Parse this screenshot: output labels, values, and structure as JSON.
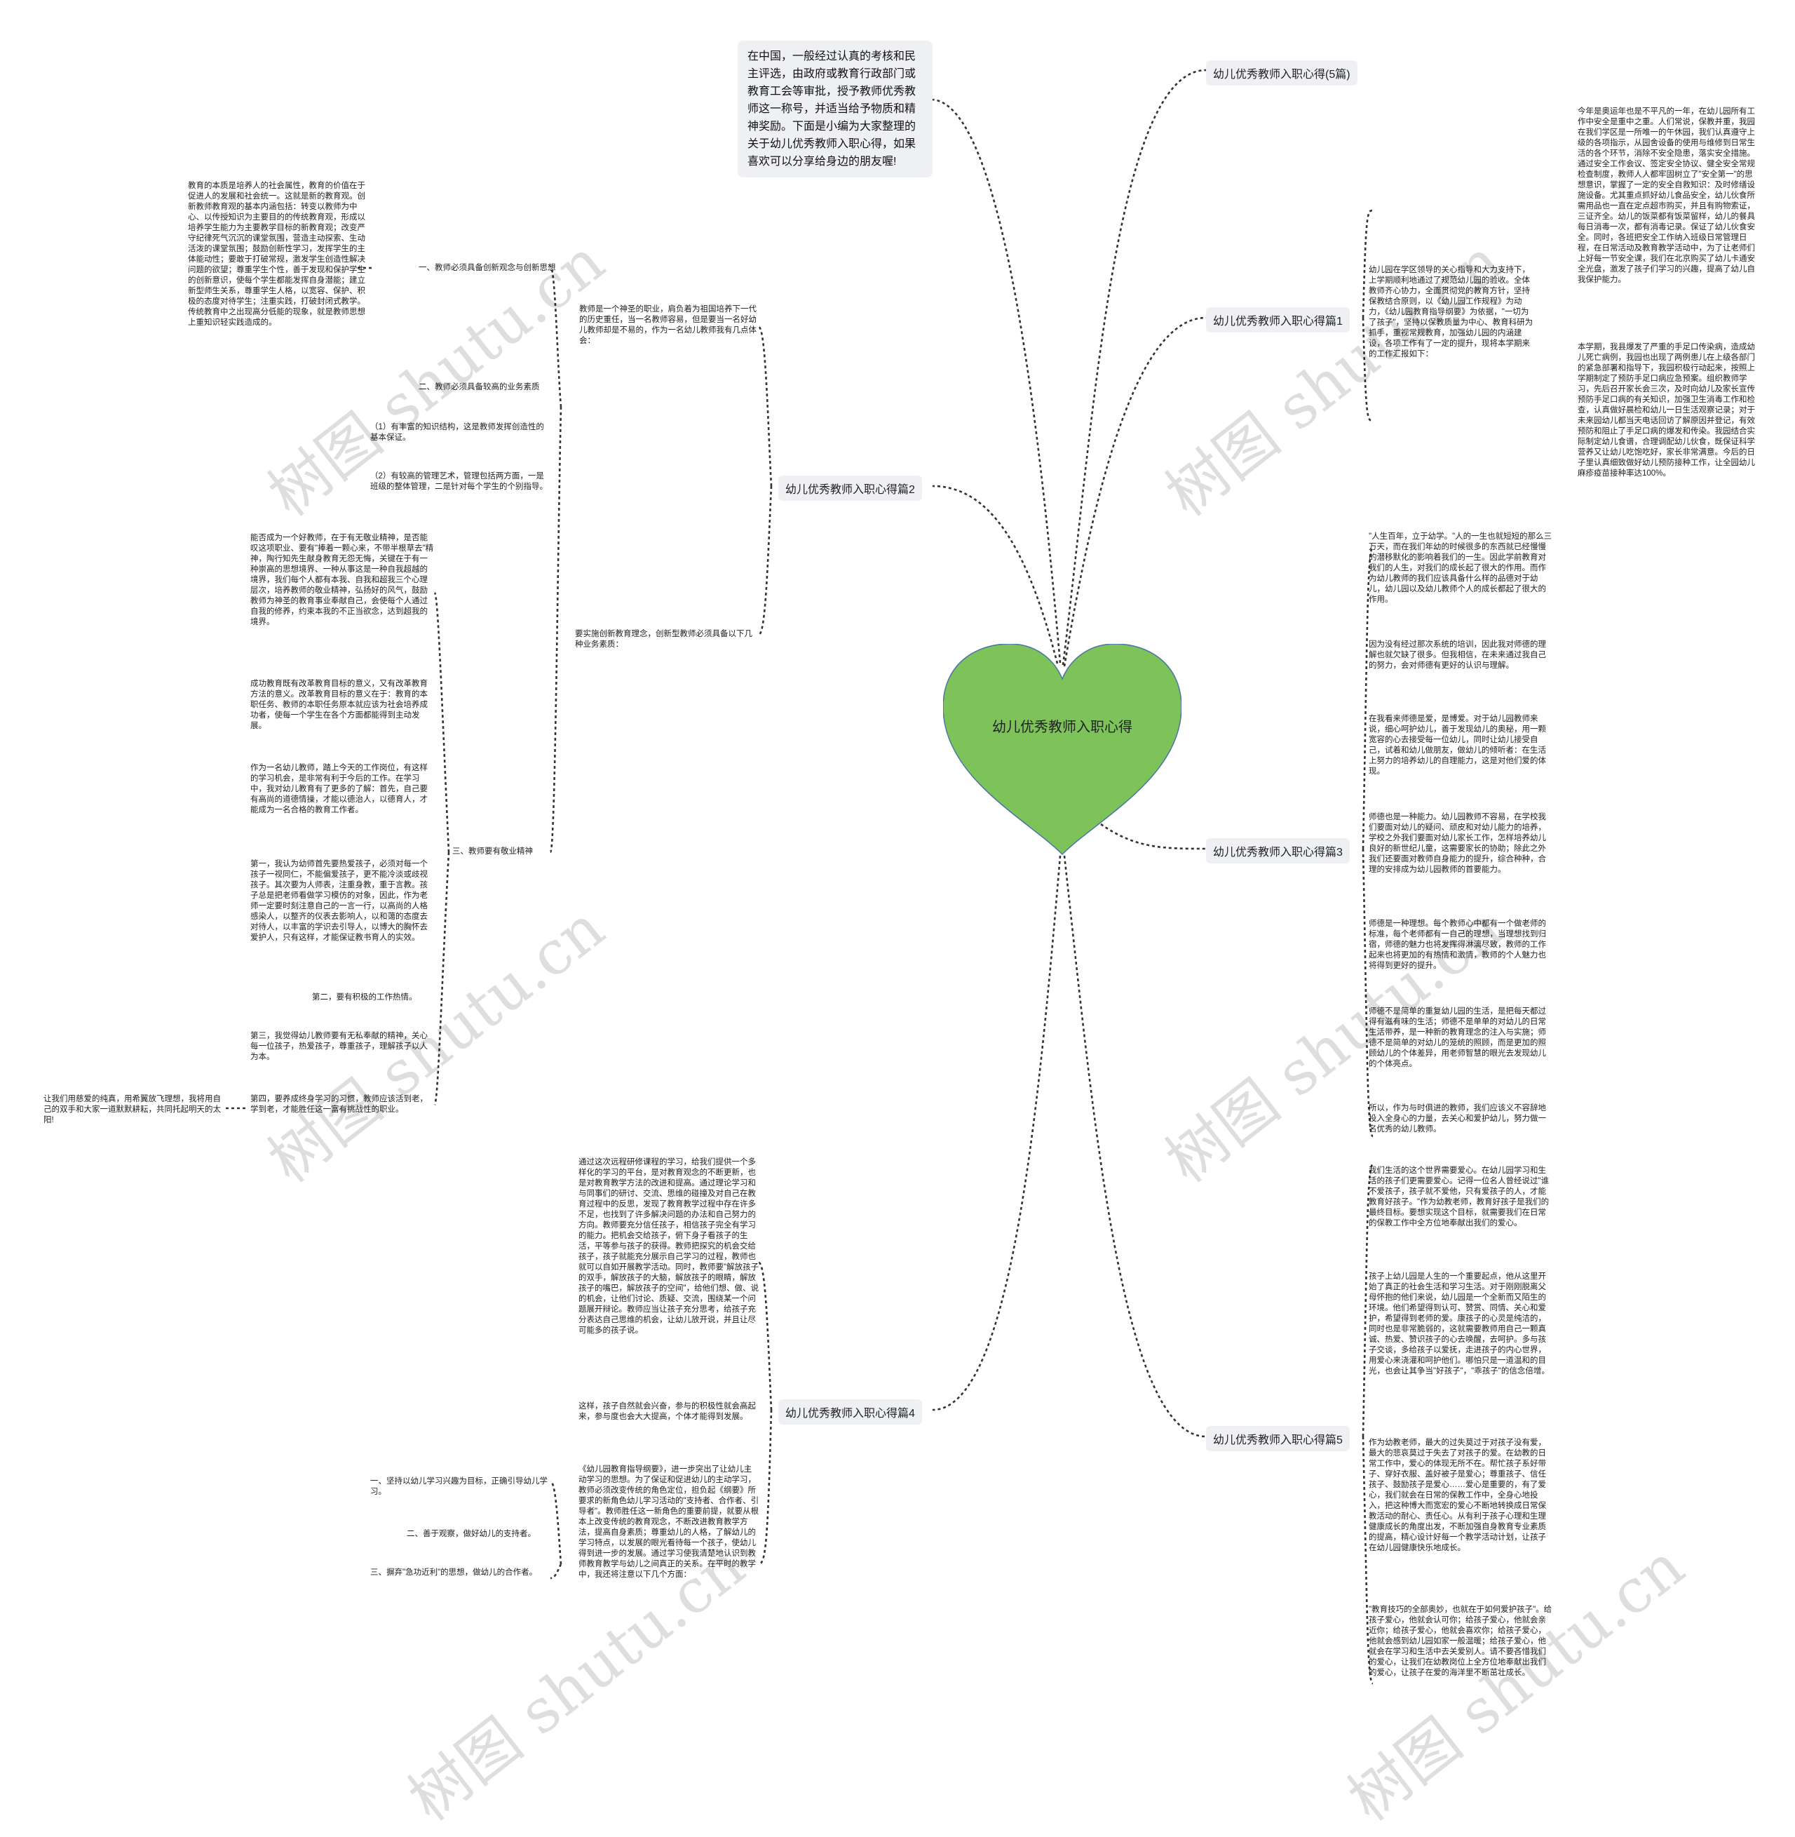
{
  "center": {
    "title": "幼儿优秀教师入职心得",
    "color": "#7dc35a",
    "stroke": "#4a74a8"
  },
  "intro": "在中国，一般经过认真的考核和民主评选，由政府或教育行政部门或教育工会等审批，授予教师优秀教师这一称号，并适当给予物质和精神奖励。下面是小编为大家整理的关于幼儿优秀教师入职心得，如果喜欢可以分享给身边的朋友喔!",
  "branches": {
    "b0": "幼儿优秀教师入职心得(5篇)",
    "b1": "幼儿优秀教师入职心得篇1",
    "b2": "幼儿优秀教师入职心得篇2",
    "b3": "幼儿优秀教师入职心得篇3",
    "b4": "幼儿优秀教师入职心得篇4",
    "b5": "幼儿优秀教师入职心得篇5"
  },
  "p1": {
    "main": "幼儿园在学区领导的关心指导和大力支持下，上学期顺利地通过了规范幼儿园的验收。全体教师齐心协力，全面贯彻党的教育方针，坚持保教结合原则，以《幼儿园工作规程》为动力，《幼儿园教育指导纲要》为依据，\"一切为了孩子\"，坚持以保教质量为中心、教育科研为抓手，重视常规教育，加强幼儿园的内涵建设，各项工作有了一定的提升，现将本学期来的工作汇报如下：",
    "s1": "今年是奥运年也是不平凡的一年，在幼儿园所有工作中安全是重中之重。人们常说，保教并重，我园在我们学区是一所唯一的午休园，我们认真遵守上级的各项指示，从园舍设备的使用与维修到日常生活的各个环节，消除不安全隐患，落实安全措施。通过安全工作会议、签定安全协议、健全安全常规检查制度，教师人人都牢固树立了\"安全第一\"的思想意识，掌握了一定的安全自救知识：及时修缮设施设备。尤其重点抓好幼儿食品安全，幼儿伙食所需用品也一直在定点超市购买，并且有购物索证，三证齐全。幼儿的饭菜都有饭菜留样，幼儿的餐具每日消毒一次，都有消毒记录。保证了幼儿伙食安全。同时，各班把安全工作纳入班级日常管理日程，在日常活动及教育教学活动中，为了让老师们上好每一节安全课，我们在北京购买了幼儿卡通安全光盘，激发了孩子们学习的兴趣，提高了幼儿自我保护能力。",
    "s2": "本学期，我县爆发了严重的手足口传染病，造成幼儿死亡病例，我园也出现了两例患儿在上级各部门的紧急部署和指导下，我园积极行动起来，按照上学期制定了预防手足口病应急预案。组织教师学习，先后召开家长会三次，及时向幼儿及家长宣传预防手足口病的有关知识，加强卫生消毒工作和检查，认真做好晨检和幼儿一日生活观察记录；对于未来园幼儿都当天电话回访了解原因并登记，有效预防和阻止了手足口病的爆发和传染。我园结合实际制定幼儿食谱，合理调配幼儿伙食，既保证科学营养又让幼儿吃饱吃好，家长非常满意。今后的日子里认真细致做好幼儿预防接种工作，让全园幼儿麻疹疫苗接种率达100%。"
  },
  "p2": {
    "main": "教师是一个神圣的职业，肩负着为祖国培养下一代的历史重任，当一名教师容易，但是要当一名好幼儿教师却是不易的，作为一名幼儿教师我有几点体会：",
    "sub1": "一、教师必须具备创新观念与创新思想",
    "sub1_text": "教育的本质是培养人的社会属性，教育的价值在于促进人的发展和社会统一。这就是新的教育观。创新教师教育观的基本内涵包括：转变以教师为中心、以传授知识为主要目的的传统教育观，形成以培养学生能力为主要教学目标的新教育观；改变严守纪律死气沉沉的课堂氛围，营造主动探索、生动活泼的课堂氛围；鼓励创新性学习，发挥学生的主体能动性；要敢于打破常规，激发学生创造性解决问题的欲望；尊重学生个性，善于发现和保护学生的创新意识，使每个学生都能发挥自身潜能；建立新型师生关系，尊重学生人格，以宽容、保护、积极的态度对待学生；注重实践，打破封闭式教学。传统教育中之出现高分低能的现象，就是教师思想上重知识轻实践造成的。",
    "sub2": "二、教师必须具备较高的业务素质",
    "k1": "（1）有丰富的知识结构，这是教师发挥创造性的基本保证。",
    "k2": "（2）有较高的管理艺术，管理包括两方面，一是班级的整体管理，二是针对每个学生的个别指导。",
    "innov": "要实施创新教育理念，创新型教师必须具备以下几种业务素质：",
    "sub3": "三、教师要有敬业精神",
    "e1": "能否成为一个好教师，在于有无敬业精神，是否能叹这项职业、要有\"捧着一颗心来，不带半根草去\"精神，陶行知先生献身教育无怨无悔，关键在于有一种崇高的思想境界、一种从事这是一种自我超越的境界，我们每个人都有本我、自我和超我三个心理层次，培养教师的敬业精神，弘扬好的风气，鼓励教师为神圣的教育事业奉献自己，会使每个人通过自我的修养，约束本我的不正当欲念，达到超我的境界。",
    "e2": "成功教育既有改革教育目标的意义，又有改革教育方法的意义。改革教育目标的意义在于：教育的本职任务、教师的本职任务原本就应该为社会培养成功者，使每一个学生在各个方面都能得到主动发展。",
    "e3": "作为一名幼儿教师，踏上今天的工作岗位，有这样的学习机会，是非常有利于今后的工作。在学习中，我对幼儿教育有了更多的了解：首先，自己要有高尚的道德情操，才能以德治人，以德育人，才能成为一名合格的教育工作者。",
    "e4": "第一，我认为幼师首先要热爱孩子，必须对每一个孩子一视同仁，不能偏爱孩子，更不能冷淡或歧视孩子。其次要为人师表，注重身教，重于言教。孩子总是把老师看做学习模仿的对象，因此，作为老师一定要时刻注意自己的一言一行，以高尚的人格感染人，以整齐的仪表去影响人，以和蔼的态度去对待人，以丰富的学识去引导人，以博大的胸怀去爱护人，只有这样，才能保证教书育人的实效。",
    "e5": "第二，要有积极的工作热情。",
    "e6": "第三，我觉得幼儿教师要有无私奉献的精神，关心每一位孩子，热爱孩子，尊重孩子，理解孩子以人为本。",
    "e7": "第四，要养成终身学习的习惯，教师应该活到老，学到老，才能胜任这一富有挑战性的职业。",
    "e7_leaf": "让我们用慈爱的纯真，用希翼放飞理想，我将用自己的双手和大家一道默默耕耘，共同托起明天的太阳!"
  },
  "p3": {
    "t1": "\"人生百年，立于幼学。\"人的一生也就短短的那么三万天，而在我们年幼的时候很多的东西就已经慢慢的潜移默化的影响着我们的一生。因此学前教育对我们的人生，对我们的成长起了很大的作用。而作为幼儿教师的我们应该具备什么样的品德对于幼儿，幼儿园以及幼儿教师个人的成长都起了很大的作用。",
    "t2": "因为没有经过那次系统的培训，因此我对师德的理解也就欠缺了很多。但我相信，在未来通过我自己的努力，会对师德有更好的认识与理解。",
    "t3": "在我看来师德是爱，是博爱。对于幼儿园教师来说，细心呵护幼儿，善于发现幼儿的奥秘，用一颗宽容的心去接受每一位幼儿，同时让幼儿接受自己，试着和幼儿做朋友，做幼儿的倾听者：在生活上努力的培养幼儿的自理能力，这是对他们爱的体现。",
    "t4": "师德也是一种能力。幼儿园教师不容易，在学校我们要面对幼儿的疑问、顽皮和对幼儿能力的培养，学校之外我们要面对幼儿家长工作，怎样培养幼儿良好的新世纪儿童，这需要家长的协助；除此之外我们还要面对教师自身能力的提升，综合种种，合理的安排成为幼儿园教师的首要能力。",
    "t5": "师德是一种理想。每个教师心中都有一个做老师的标准，每个老师都有一自己的理想，当理想找到归宿，师德的魅力也将发挥得淋漓尽致，教师的工作起来也将更加的有热情和激情，教师的个人魅力也将得到更好的提升。",
    "t6": "师德不是简单的重复幼儿园的生活，是把每天都过得有滋有味的生活；师德不是单单的对幼儿的日常生活带养，是一种新的教育理念的注入与实施；师德不是简单的对幼儿的笼统的照顾，而是更加的照顾幼儿的个体差异，用老师智慧的眼光去发现幼儿的个体亮点。",
    "t7": "所以，作为与时俱进的教师，我们应该义不容辞地投入全身心的力量，去关心和爱护幼儿，努力做一名优秀的幼儿教师。"
  },
  "p4": {
    "t1": "通过这次远程研修课程的学习，给我们提供一个多样化的学习的平台，是对教育观念的不断更新，也是对教育教学方法的改进和提高。通过理论学习和与同事们的研讨、交流、思维的碰撞及对自己在教育过程中的反思，发现了教育教学过程中存在许多不足，也找到了许多解决问题的办法和自己努力的方向。教师要充分信任孩子，相信孩子完全有学习的能力。把机会交给孩子，俯下身子看孩子的生活，平等参与孩子的获得。教师把探究的机会交给孩子，孩子就能充分展示自己学习的过程，教师也就可以自如开展教学活动。同时，教师要\"解放孩子的双手，解放孩子的大脑，解放孩子的眼睛，解放孩子的嘴巴，解放孩子的空间\"，给他们想、做、说的机会，让他们讨论、质疑、交流，围绕某一个问题展开辩论。教师应当让孩子充分思考，给孩子充分表达自己思维的机会，让幼儿放开说，并且让尽可能多的孩子说。",
    "t2": "这样，孩子自然就会兴奋，参与的积极性就会高起来，参与度也会大大提高，个体才能得到发展。",
    "t3": "《幼儿园教育指导纲要》，进一步突出了让幼儿主动学习的思想。为了保证和促进幼儿的主动学习，教师必须改变传统的角色定位，担负起《纲要》所要求的新角色幼儿学习活动的\"支持者、合作者、引导者\"。教师胜任这一新角色的重要前提，就要从根本上改变传统的教育观念，不断改进教育教学方法，提高自身素质；尊重幼儿的人格，了解幼儿的学习特点，以发展的眼光看待每一个孩子，使幼儿得到进一步的发展。通过学习使我清楚地认识到教师教育教学与幼儿之间真正的关系。在平时的教学中，我还将注意以下几个方面：",
    "l1": "一、坚持以幼儿学习兴趣为目标，正确引导幼儿学习。",
    "l2": "二、善于观察，做好幼儿的支持者。",
    "l3": "三、摒弃\"急功近利\"的思想，做幼儿的合作者。"
  },
  "p5": {
    "t1": "我们生活的这个世界需要爱心。在幼儿园学习和生活的孩子们更需要爱心。记得一位名人曾经说过\"谁不爱孩子，孩子就不爱他，只有爱孩子的人，才能教育好孩子。\"作为幼教老师，教育好孩子是我们的最终目标。要想实现这个目标，就需要我们在日常的保教工作中全方位地奉献出我们的爱心。",
    "t2": "孩子上幼儿园是人生的一个重要起点，他从这里开始了真正的社会生活和学习生活。对于刚刚脱离父母怀抱的他们来说，幼儿园是一个全新而又陌生的环境。他们希望得到认可、赞赏、同情、关心和爱护，希望得到老师的爱。康孩子的心灵是纯洁的，同时也是非常脆弱的，这就需要教师用自己一颗真诚、热爱、赞识孩子的心去唤醒，去呵护。多与孩子交谈，多给孩子以爱抚，走进孩子的内心世界，用爱心来浇灌和呵护他们。哪怕只是一道温和的目光，也会让其争当\"好孩子\"，\"乖孩子\"的信念倍增。",
    "t3": "作为幼教老师，最大的过失莫过于对孩子没有爱，最大的悲哀莫过于失去了对孩子的爱。在幼教的日常工作中，爱心的体现无所不在。帮忙孩子系好带子、穿好衣服、盖好被子是爱心；尊重孩子、信任孩子、鼓励孩子是爱心……爱心是重要的，有了爱心，我们就会在日常的保教工作中，全身心地投入，把这种博大而宽宏的爱心不断地转换成日常保教活动的耐心、责任心。从有利于孩子心理和生理健康成长的角度出发，不断加强自身教育专业素质的提高，精心设计好每一个教学活动计划，让孩子在幼儿园健康快乐地成长。",
    "t4": "\"教育技巧的全部奥妙，也就在于如何爱护孩子\"。给孩子爱心，他就会认可你；给孩子爱心，他就会亲近你；给孩子爱心，他就会喜欢你；给孩子爱心，他就会感到幼儿园如家一般温暖；给孩子爱心，他就会在学习和生活中去关爱别人。请不要吝惜我们的爱心，让我们在幼教岗位上全方位地奉献出我们的爱心，让孩子在爱的海洋里不断茁壮成长。"
  },
  "watermark": "树图 shutu.cn"
}
